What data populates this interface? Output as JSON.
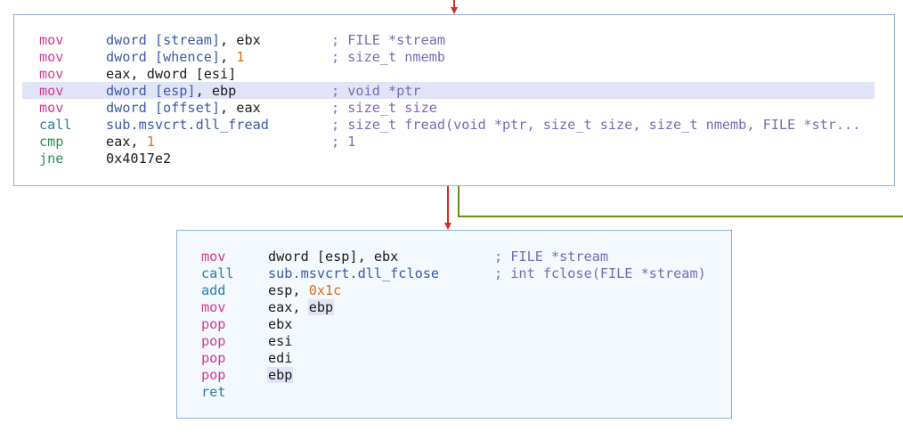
{
  "colors": {
    "mnemonic_mov": "#d63b8f",
    "mnemonic_call": "#2a7fa8",
    "mnemonic_flow": "#2e8b57",
    "operand": "#3a5aa8",
    "register": "#1a1a1a",
    "number": "#d96d1a",
    "comment": "#7b69b8",
    "block1_bg": "#ffffff",
    "block2_bg": "#f4f9fd",
    "block_border": "#8fb0d6",
    "highlight": "#e1e4f6",
    "edge_red": "#d0302c",
    "edge_green": "#6a8c1c"
  },
  "block1": {
    "lines": [
      {
        "mn": "mov",
        "op": [
          [
            "dword [stream]",
            "operand"
          ],
          [
            ", ebx",
            "register"
          ]
        ],
        "cm": "; FILE *stream"
      },
      {
        "mn": "mov",
        "op": [
          [
            "dword [whence]",
            "operand"
          ],
          [
            ", ",
            "register"
          ],
          [
            "1",
            "number"
          ]
        ],
        "cm": "; size_t nmemb"
      },
      {
        "mn": "mov",
        "op": [
          [
            "eax, dword [esi]",
            "register"
          ]
        ],
        "cm": ""
      },
      {
        "mn": "mov",
        "op": [
          [
            "dword [esp]",
            "operand"
          ],
          [
            ", ebp",
            "register"
          ]
        ],
        "cm": "; void *ptr"
      },
      {
        "mn": "mov",
        "op": [
          [
            "dword [offset]",
            "operand"
          ],
          [
            ", eax",
            "register"
          ]
        ],
        "cm": "; size_t size"
      },
      {
        "mn": "call",
        "op": [
          [
            "sub.msvcrt.dll_fread",
            "operand"
          ]
        ],
        "cm": "; size_t fread(void *ptr, size_t size, size_t nmemb, FILE *str..."
      },
      {
        "mn": "cmp",
        "op": [
          [
            "eax, ",
            "register"
          ],
          [
            "1",
            "number"
          ]
        ],
        "cm": "; 1"
      },
      {
        "mn": "jne",
        "op": [
          [
            "0x4017e2",
            "register"
          ]
        ],
        "cm": ""
      }
    ]
  },
  "block2": {
    "lines": [
      {
        "mn": "mov",
        "op": [
          [
            "dword [esp], ebx",
            "register"
          ]
        ],
        "cm": "; FILE *stream"
      },
      {
        "mn": "call",
        "op": [
          [
            "sub.msvcrt.dll_fclose",
            "operand"
          ]
        ],
        "cm": "; int fclose(FILE *stream)"
      },
      {
        "mn": "add",
        "op": [
          [
            "esp, ",
            "register"
          ],
          [
            "0x1c",
            "number"
          ]
        ],
        "cm": ""
      },
      {
        "mn": "mov",
        "op": [
          [
            "eax, ",
            "register"
          ],
          [
            "ebp",
            "register-hl"
          ]
        ],
        "cm": ""
      },
      {
        "mn": "pop",
        "op": [
          [
            "ebx",
            "register"
          ]
        ],
        "cm": ""
      },
      {
        "mn": "pop",
        "op": [
          [
            "esi",
            "register"
          ]
        ],
        "cm": ""
      },
      {
        "mn": "pop",
        "op": [
          [
            "edi",
            "register"
          ]
        ],
        "cm": ""
      },
      {
        "mn": "pop",
        "op": [
          [
            "ebp",
            "register-hl"
          ]
        ],
        "cm": ""
      },
      {
        "mn": "ret",
        "op": [],
        "cm": ""
      }
    ]
  }
}
